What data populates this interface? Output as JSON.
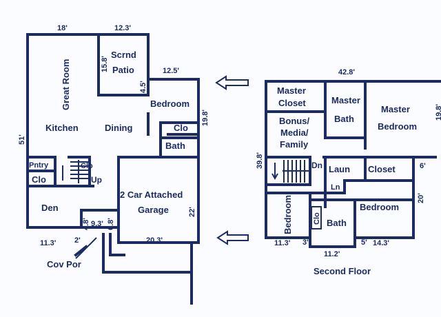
{
  "colors": {
    "ink": "#1c2c63",
    "background": "#fbfcff"
  },
  "first_floor": {
    "rooms": {
      "great_room": "Great Room",
      "scrnd_patio_1": "Scrnd",
      "scrnd_patio_2": "Patio",
      "bedroom": "Bedroom",
      "kitchen": "Kitchen",
      "dining": "Dining",
      "clo_right": "Clo",
      "bath": "Bath",
      "pntry": "Pntry",
      "clo_stair": "Clo",
      "clo_left": "Clo",
      "up": "Up",
      "garage_1": "2 Car Attached",
      "garage_2": "Garage",
      "den": "Den",
      "cov_por": "Cov Por"
    },
    "dimensions": {
      "top_width": "18'",
      "patio_width": "12.3'",
      "patio_depth": "15.8'",
      "patio_small": "4.5'",
      "bedroom_width": "12.5'",
      "right_depth": "19.8'",
      "overall_depth": "51'",
      "garage_depth": "22'",
      "den_width": "11.3'",
      "garage_width": "20.3'",
      "porch_width": "9.3'",
      "porch_small_left": "4.8'",
      "porch_small_right": "6.8'",
      "porch_tiny": "2'"
    }
  },
  "second_floor": {
    "title": "Second Floor",
    "rooms": {
      "master_closet_1": "Master",
      "master_closet_2": "Closet",
      "master_bath_1": "Master",
      "master_bath_2": "Bath",
      "master_bedroom_1": "Master",
      "master_bedroom_2": "Bedroom",
      "bonus_1": "Bonus/",
      "bonus_2": "Media/",
      "bonus_3": "Family",
      "dn": "Dn",
      "laun": "Laun",
      "closet": "Closet",
      "ln": "Ln",
      "bedroom_left": "Bedroom",
      "clo": "Clo",
      "bath": "Bath",
      "bedroom_right": "Bedroom"
    },
    "dimensions": {
      "top_width": "42.8'",
      "right_depth": "19.8'",
      "left_depth": "39.8'",
      "closet_small": "6'",
      "bedroom_depth": "20'",
      "bedroom_left_width": "11.3'",
      "small_3": "3'",
      "bath_width": "11.2'",
      "small_5": "5'",
      "bedroom_right_width": "14.3'"
    }
  }
}
